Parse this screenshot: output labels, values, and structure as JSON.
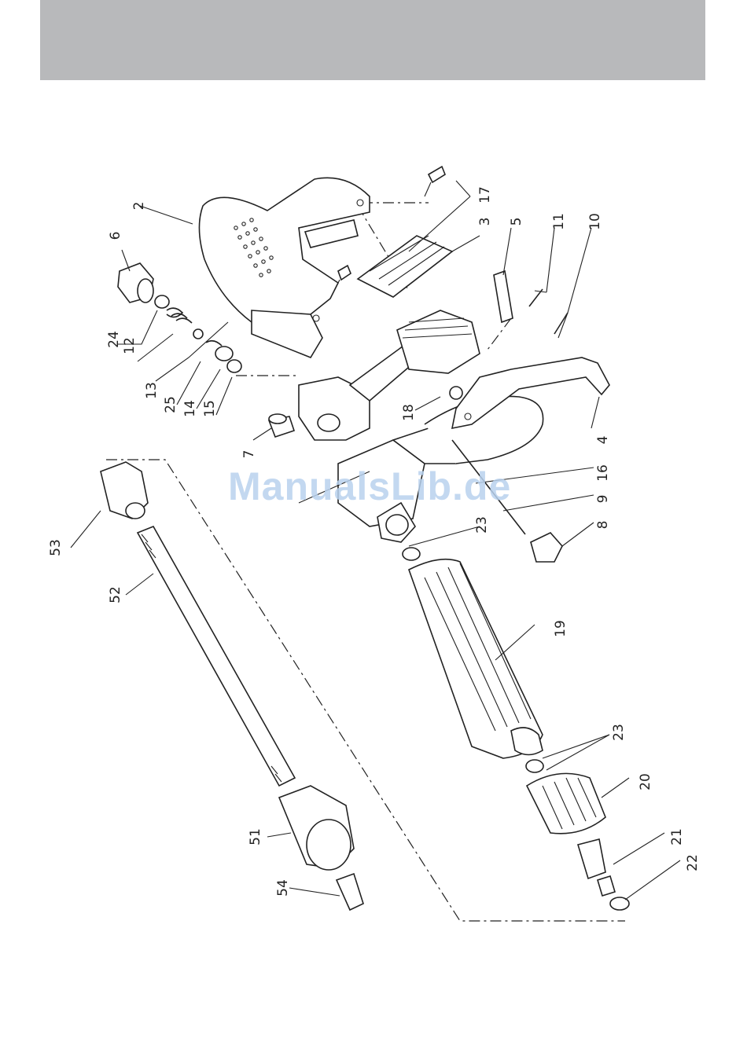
{
  "watermark": "ManualsLib.de",
  "labels": {
    "l2": "2",
    "l6": "6",
    "l24": "24",
    "l12": "12",
    "l13": "13",
    "l25": "25",
    "l14": "14",
    "l15": "15",
    "l17": "17",
    "l3": "3",
    "l5": "5",
    "l11": "11",
    "l10": "10",
    "l4": "4",
    "l18": "18",
    "l7": "7",
    "l16": "16",
    "l9": "9",
    "l8": "8",
    "l23a": "23",
    "l53": "53",
    "l52": "52",
    "l19": "19",
    "l23b": "23",
    "l20": "20",
    "l21": "21",
    "l22": "22",
    "l51": "51",
    "l54": "54"
  }
}
